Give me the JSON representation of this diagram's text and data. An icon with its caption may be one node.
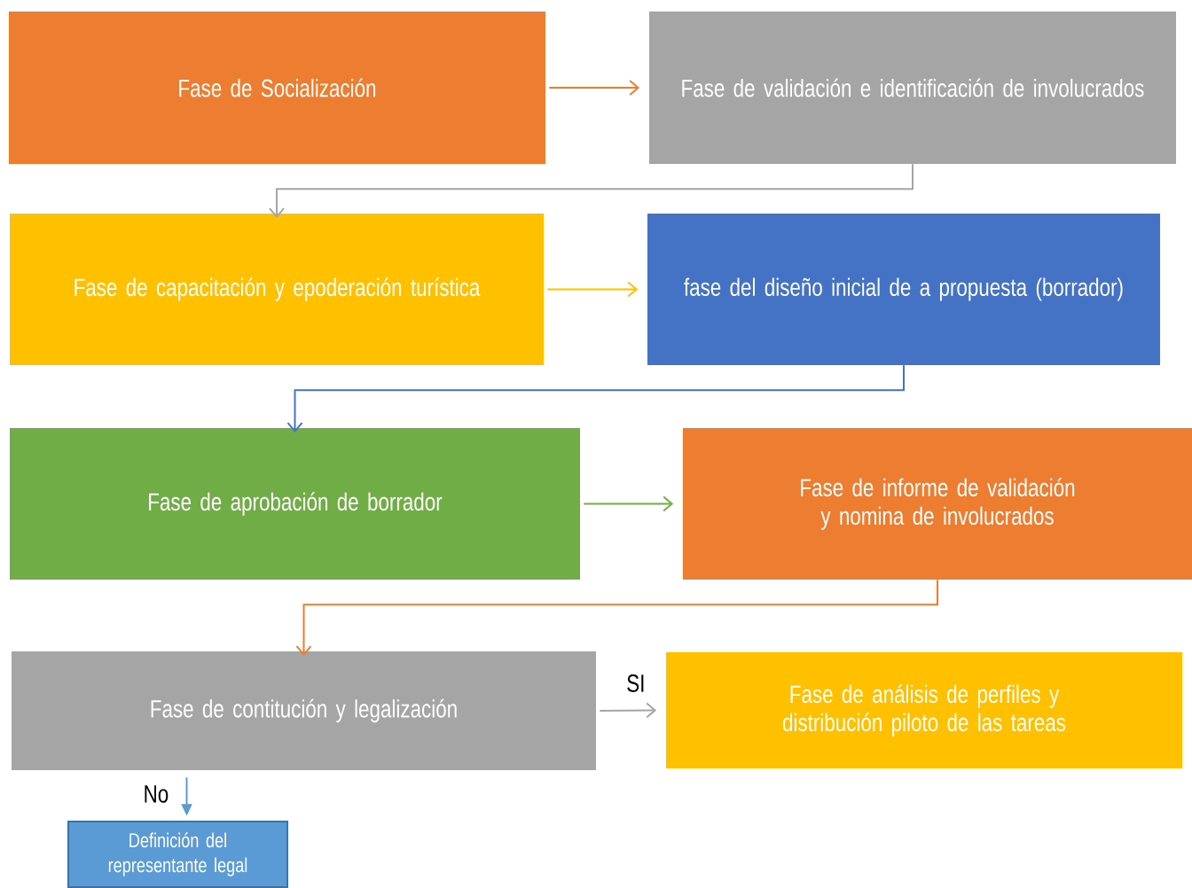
{
  "diagram": {
    "nodes": [
      {
        "text": [
          "Fase de Socialización"
        ]
      },
      {
        "text": [
          "Fase de validación e identificación de involucrados"
        ]
      },
      {
        "text": [
          "Fase de capacitación y epoderación turística"
        ]
      },
      {
        "text": [
          "fase del diseño inicial de a propuesta (borrador)"
        ]
      },
      {
        "text": [
          "Fase de aprobación de borrador"
        ]
      },
      {
        "text": [
          "Fase de informe de validación y nomina de involucrados"
        ]
      },
      {
        "text": [
          "Fase de contitución y legalización"
        ]
      },
      {
        "text": [
          "Fase de análisis de perfiles y distribución piloto de las tareas"
        ]
      },
      {
        "text": [
          "Definición del representante legal"
        ]
      }
    ],
    "edges": [
      {
        "from": 0,
        "to": 1,
        "arrow": "to",
        "color": "#ed7d31"
      },
      {
        "from": 1,
        "to": 2,
        "arrow": "to",
        "color": "#a5a5a5"
      },
      {
        "from": 2,
        "to": 3,
        "arrow": "to",
        "color": "#ffc000"
      },
      {
        "from": 3,
        "to": 4,
        "arrow": "to",
        "color": "#4472c4"
      },
      {
        "from": 4,
        "to": 5,
        "arrow": "to",
        "color": "#70ad47"
      },
      {
        "from": 5,
        "to": 6,
        "arrow": "to",
        "color": "#ed7d31"
      },
      {
        "from": 6,
        "to": 7,
        "arrow": "to",
        "label": "SI",
        "color": "#a5a5a5"
      },
      {
        "from": 6,
        "to": 8,
        "arrow": "to",
        "label": "No",
        "color": "#5b9bd5"
      }
    ]
  }
}
